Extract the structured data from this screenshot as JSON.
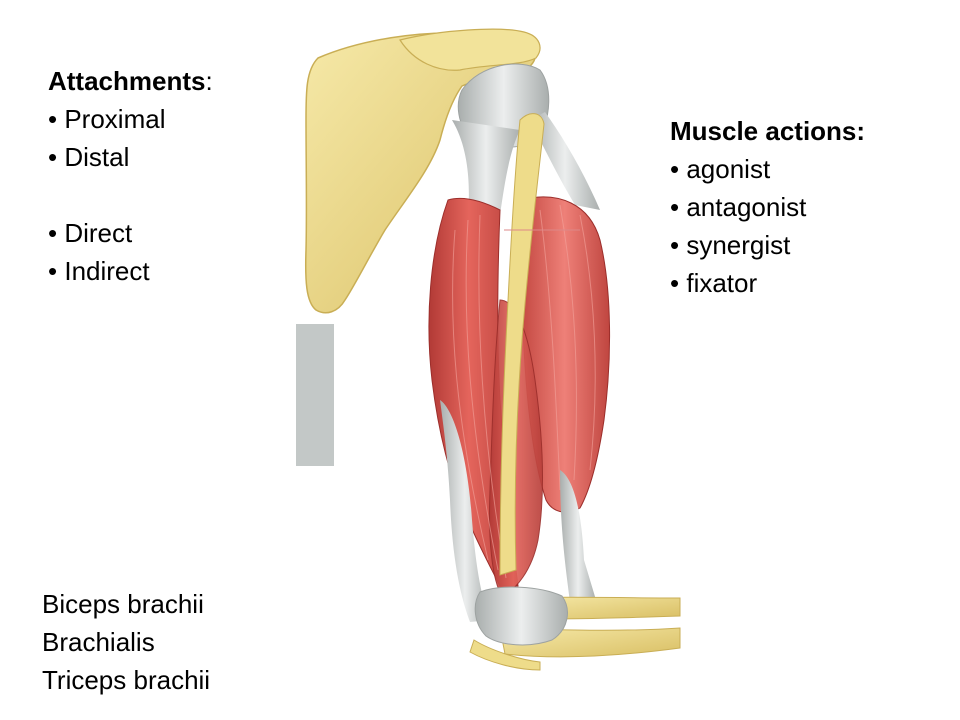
{
  "attachments": {
    "heading": "Attachments",
    "colon": ":",
    "items": [
      "Proximal",
      "Distal",
      "Direct",
      "Indirect"
    ]
  },
  "muscle_actions": {
    "heading": "Muscle actions:",
    "items": [
      "agonist",
      "antagonist",
      "synergist",
      "fixator"
    ]
  },
  "muscles": {
    "items": [
      "Biceps brachii",
      "Brachialis",
      "Triceps brachii"
    ]
  },
  "bullet": "•",
  "colors": {
    "bone": "#EEDC8A",
    "bone_shadow": "#CDB25A",
    "muscle": "#D9534F",
    "muscle_light": "#EE8A80",
    "muscle_dark": "#B23A36",
    "tendon": "#D4D7D6",
    "tendon_dark": "#A8ADAC",
    "placeholder_box": "#C3C8C7"
  }
}
